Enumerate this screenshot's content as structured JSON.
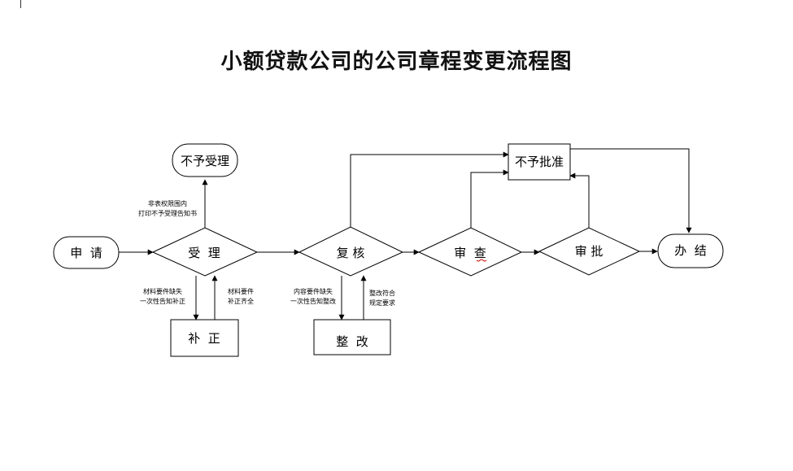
{
  "title": "小额贷款公司的公司章程变更流程图",
  "nodes": {
    "apply": "申  请",
    "accept": "受  理",
    "reject_accept": "不予受理",
    "supplement": "补  正",
    "review": "复 核",
    "rectify": "整  改",
    "examine": "审  查",
    "approve": "审 批",
    "disapprove": "不予批准",
    "complete": "办  结"
  },
  "notes": {
    "out_of_scope": [
      "非表权限围内",
      "打印不予受理告知书"
    ],
    "materials_missing": [
      "材料要件缺失",
      "一次性告知补正"
    ],
    "materials_complete": [
      "材料要件",
      "补正齐全"
    ],
    "content_missing": [
      "内容要件缺失",
      "一次性告知整改"
    ],
    "rectify_ok": [
      "整改符合",
      "规定要求"
    ]
  },
  "colors": {
    "line": "#000000",
    "background": "#ffffff",
    "spellcheck_underline": "#d00000"
  }
}
